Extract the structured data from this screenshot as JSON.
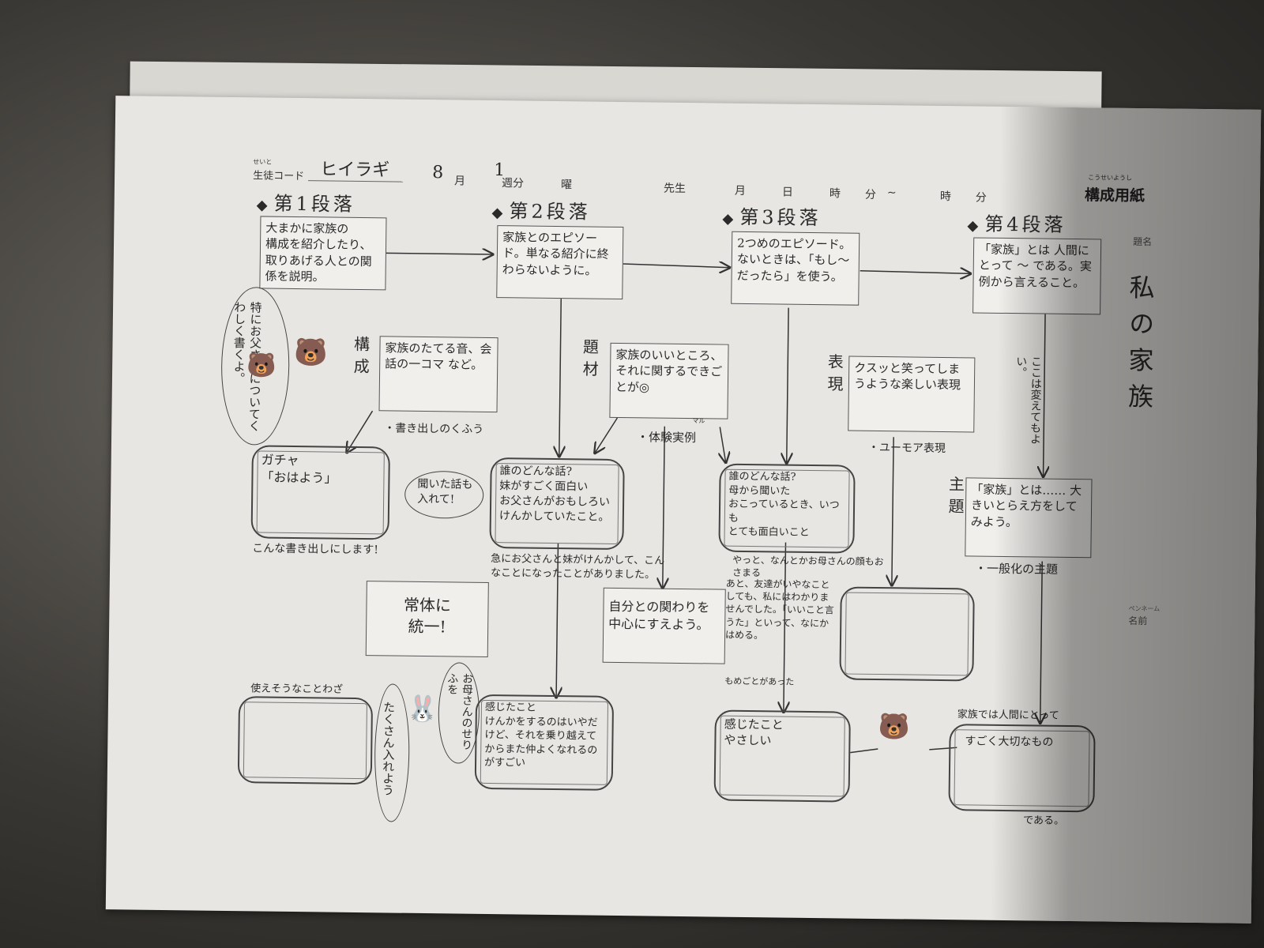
{
  "header": {
    "student_code_label": "生徒コード",
    "student_code_ruby": "せいと",
    "student_code_value": "ヒイラギ",
    "month_value": "8",
    "month_label": "月",
    "week_value": "1",
    "week_label": "週分",
    "day_label": "曜",
    "teacher_label": "先生",
    "date_month_label": "月",
    "date_day_label": "日",
    "time_hour_label": "時",
    "time_min_label": "分",
    "tilde": "~",
    "time_hour2_label": "時",
    "time_min2_label": "分",
    "sheet_title": "構成用紙",
    "sheet_title_ruby": "こうせいようし"
  },
  "sidebar": {
    "title_label": "題名",
    "title_value": "私の家族",
    "name_label": "名前",
    "name_ruby": "ペンネーム"
  },
  "paragraphs": [
    {
      "heading": "第1段落",
      "text": "大まかに家族の\n構成を紹介したり、取りあげる人との関係を説明。"
    },
    {
      "heading": "第2段落",
      "text": "家族とのエピソード。単なる紹介に終わらないように。"
    },
    {
      "heading": "第3段落",
      "text": "2つめのエピソード。ないときは、「もし〜だったら」を使う。"
    },
    {
      "heading": "第4段落",
      "text": "「家族」とは 人間にとって 〜 である。実例から言えること。"
    }
  ],
  "notes": {
    "bubble_left": "特にお父さんについてくわしく書くよ。",
    "kousei_label": "構成",
    "kousei_box": "家族のたてる音、会話の一コマ など。",
    "kousei_tag": "・書き出しのくふう",
    "opening_cloud": "ガチャ\n「おはよう」",
    "opening_caption": "こんな書き出しにします!",
    "daizai_label": "題材",
    "daizai_box": "家族のいいところ、それに関するできごとが◎",
    "maru_ruby": "マル",
    "daizai_tag": "・体験実例",
    "bubble_heard": "聞いた話も入れて!",
    "cloud2": "誰のどんな話?\n妹がすごく面白い\nお父さんがおもしろい\nけんかしていたこと。",
    "note2": "急にお父さんと妹がけんかして、こんなことになったことがありました。",
    "joutai": "常体に\n統一!",
    "hyougen_label": "表現",
    "hyougen_box": "クスッと笑ってしまうような楽しい表現",
    "hyougen_tag": "・ユーモア表現",
    "cloud3": "誰のどんな話?\n母から聞いた\nおこっているとき、いつも\nとても面白いこと",
    "note3a": "やっと、なんとかお母さんの顔もおさまる",
    "jibun_box": "自分との関わりを中心にすえよう。",
    "note3b": "あと、友達がいやなことしても、私にはわかりませんでした。「いいこと言うた」といって、なにかはめる。",
    "note3c": "もめごとがあった",
    "shudai_label": "主題",
    "shudai_box": "「家族」とは…… 大きいとらえ方をしてみよう。",
    "shudai_tag": "・一般化の主題",
    "vertical_note": "ここは変えてもよい。",
    "kotowaza_caption": "使えそうなことわざ",
    "bubble_mother": "お母さんのせりふを",
    "takusan": "たくさん入れよう",
    "feel2": "感じたこと\nけんかをするのはいやだけど、それを乗り越えてからまた仲よくなれるのがすごい",
    "feel3": "感じたこと\nやさしい",
    "conclusion_top": "家族では人間にとって",
    "conclusion_mid": "すごく大切なもの",
    "conclusion_end": "である。"
  }
}
